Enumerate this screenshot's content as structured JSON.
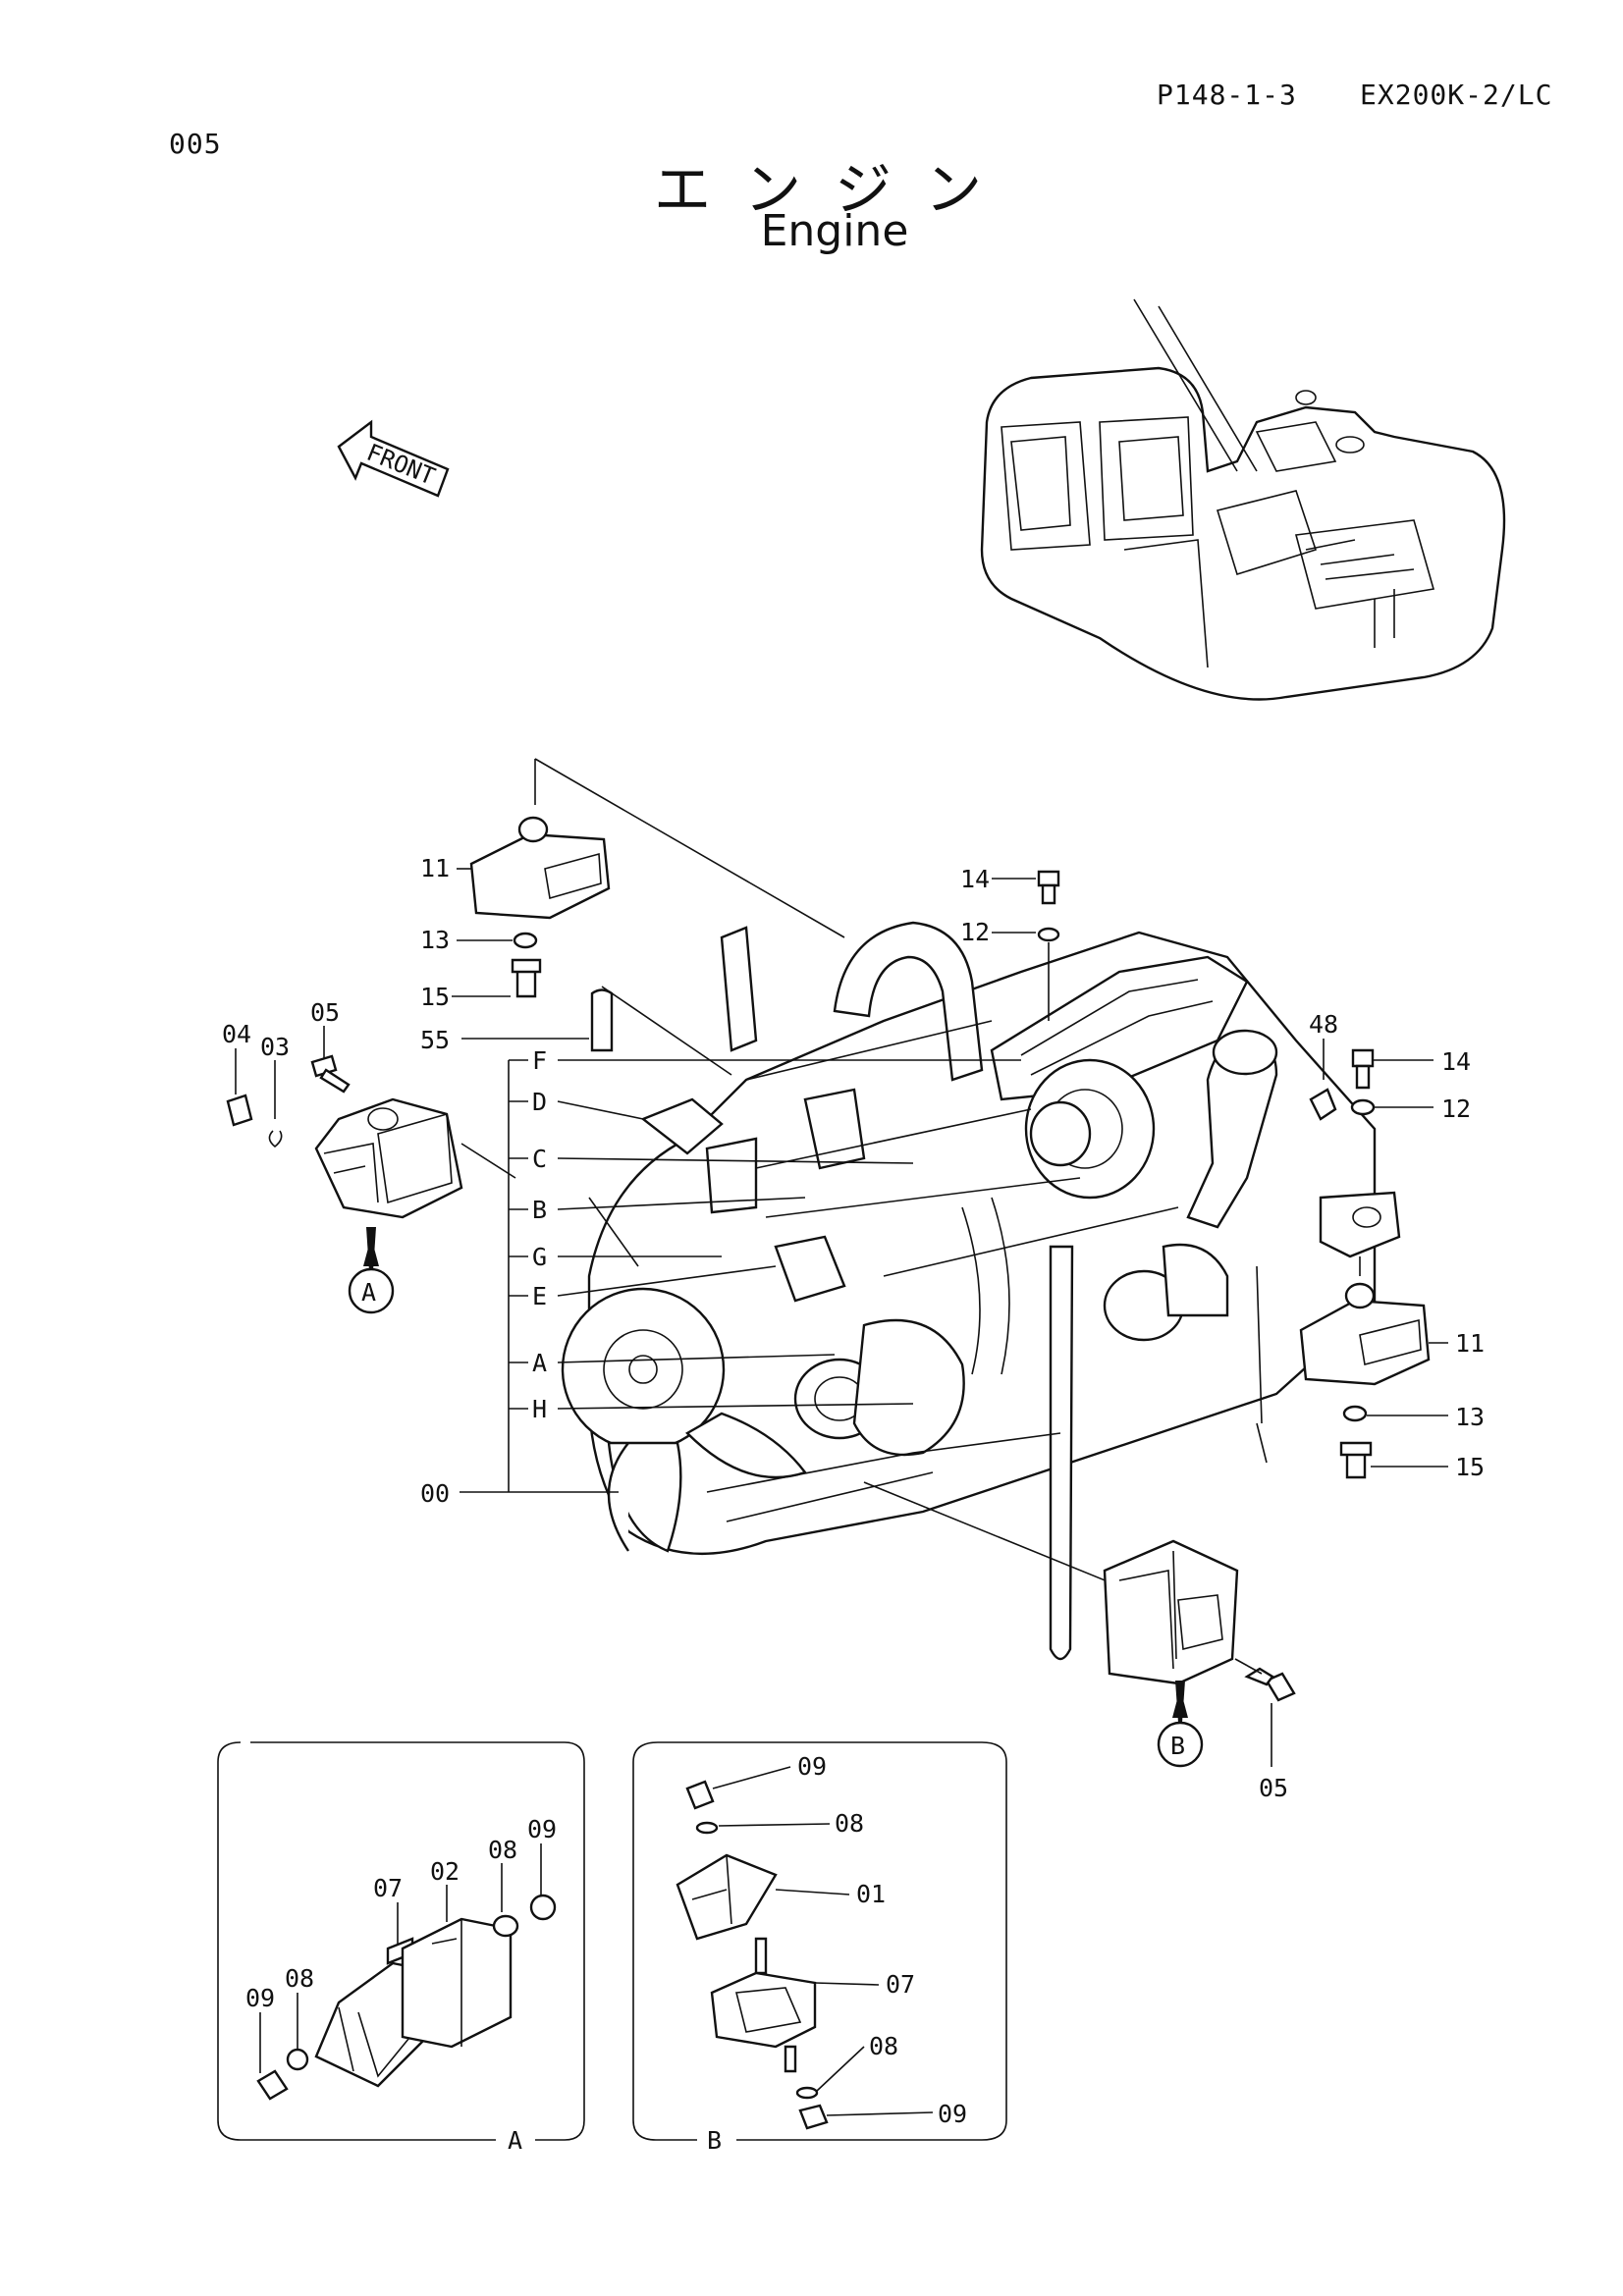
{
  "header": {
    "page_number": "005",
    "part_code": "P148-1-3",
    "model": "EX200K-2/LC",
    "title_jp": "エンジン",
    "title_en": "Engine"
  },
  "front_arrow": {
    "label": "FRONT"
  },
  "callouts": {
    "p00": "00",
    "p03": "03",
    "p04": "04",
    "p05_left": "05",
    "p05_right": "05",
    "p11_top": "11",
    "p11_right": "11",
    "p12_top": "12",
    "p12_right": "12",
    "p13_top": "13",
    "p13_right": "13",
    "p14_top": "14",
    "p14_right": "14",
    "p15_top": "15",
    "p15_right": "15",
    "p48": "48",
    "p55": "55",
    "sub_f": "F",
    "sub_d": "D",
    "sub_c": "C",
    "sub_b": "B",
    "sub_g": "G",
    "sub_e": "E",
    "sub_a": "A",
    "sub_h": "H",
    "view_a_marker": "A",
    "view_b_marker": "B"
  },
  "inset_a": {
    "label": "A",
    "callouts": {
      "p02": "02",
      "p07": "07",
      "p08_top": "08",
      "p09_top": "09",
      "p08_bottom": "08",
      "p09_bottom": "09"
    }
  },
  "inset_b": {
    "label": "B",
    "callouts": {
      "p09_top": "09",
      "p08_top": "08",
      "p01": "01",
      "p07": "07",
      "p08_bottom": "08",
      "p09_bottom": "09"
    }
  }
}
